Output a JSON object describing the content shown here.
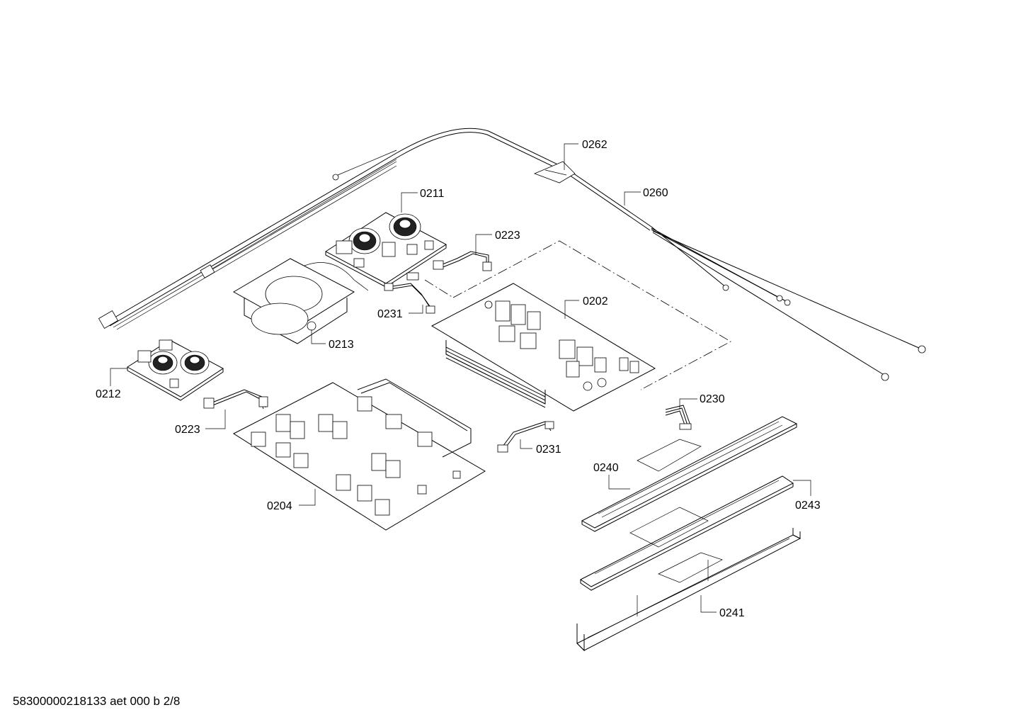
{
  "labels": {
    "p0262": "0262",
    "p0260": "0260",
    "p0211": "0211",
    "p0223a": "0223",
    "p0213": "0213",
    "p0231a": "0231",
    "p0202": "0202",
    "p0212": "0212",
    "p0223b": "0223",
    "p0230": "0230",
    "p0231b": "0231",
    "p0240": "0240",
    "p0243": "0243",
    "p0204": "0204",
    "p0241": "0241"
  },
  "footer": {
    "text": "58300000218133 aet 000 b 2/8"
  }
}
